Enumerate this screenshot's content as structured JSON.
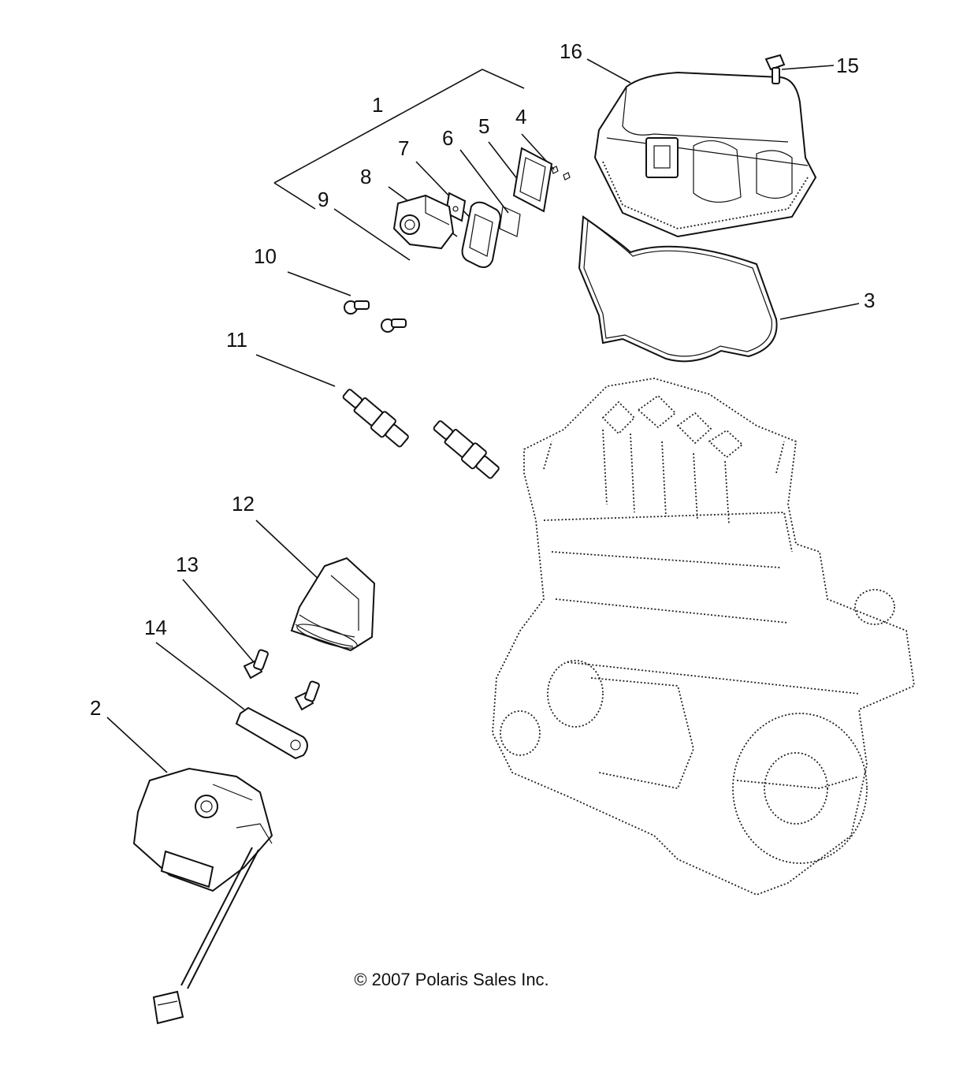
{
  "callouts": [
    {
      "id": "1",
      "label": "1"
    },
    {
      "id": "2",
      "label": "2"
    },
    {
      "id": "3",
      "label": "3"
    },
    {
      "id": "4",
      "label": "4"
    },
    {
      "id": "5",
      "label": "5"
    },
    {
      "id": "6",
      "label": "6"
    },
    {
      "id": "7",
      "label": "7"
    },
    {
      "id": "8",
      "label": "8"
    },
    {
      "id": "9",
      "label": "9"
    },
    {
      "id": "10",
      "label": "10"
    },
    {
      "id": "11",
      "label": "11"
    },
    {
      "id": "12",
      "label": "12"
    },
    {
      "id": "13",
      "label": "13"
    },
    {
      "id": "14",
      "label": "14"
    },
    {
      "id": "15",
      "label": "15"
    },
    {
      "id": "16",
      "label": "16"
    }
  ],
  "copyright": "© 2007 Polaris Sales Inc."
}
